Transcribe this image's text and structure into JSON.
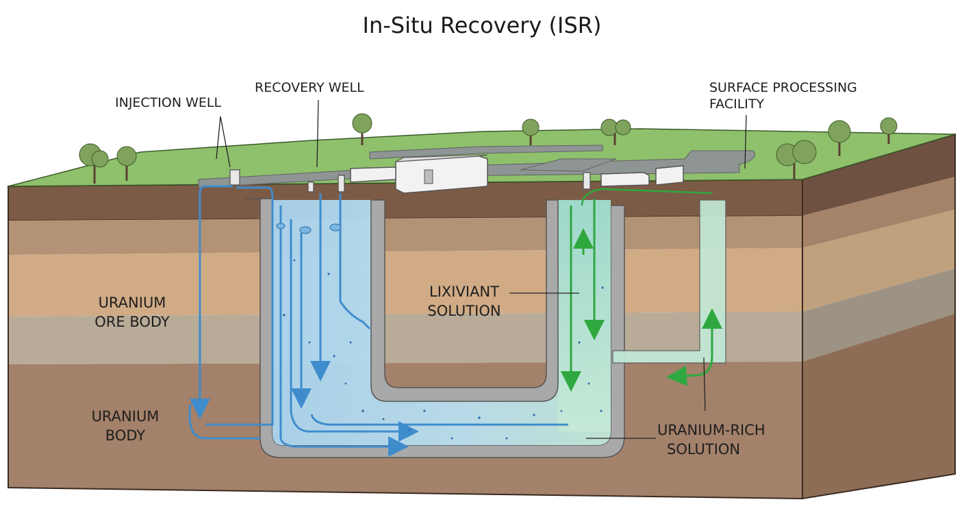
{
  "title": "In-Situ Recovery (ISR)",
  "labels": {
    "injection_well": "INJECTION WELL",
    "recovery_well": "RECOVERY WELL",
    "surface_facility": [
      "SURFACE PROCESSING",
      "FACILITY"
    ],
    "uranium_ore_body": [
      "URANIUM",
      "ORE BODY"
    ],
    "uranium_body": [
      "URANIUM",
      "BODY"
    ],
    "lixiviant_solution": [
      "LIXIVIANT",
      "SOLUTION"
    ],
    "uranium_rich_solution": [
      "URANIUM-RICH",
      "SOLUTION"
    ]
  },
  "colors": {
    "grass": "#8cbf6a",
    "soil_dark": "#7a5a45",
    "soil_sand": "#c9a37c",
    "gravel": "#b9ad9c",
    "deep_soil": "#a07e62",
    "lixiviant_flow": "#4a97d6",
    "enriched_flow": "#3fb64d",
    "casing": "#a8a8a8"
  }
}
